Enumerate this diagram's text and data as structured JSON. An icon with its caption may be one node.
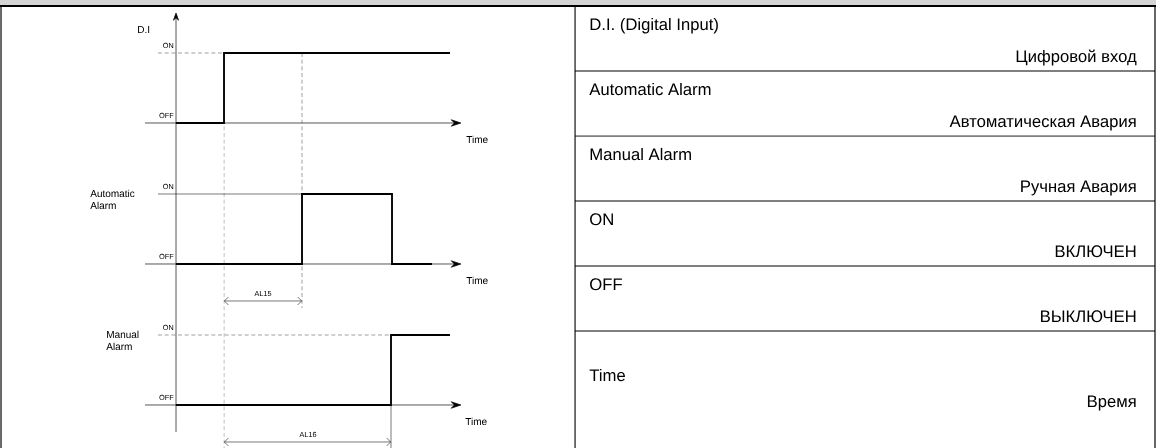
{
  "diagram": {
    "labels": [
      "D.I",
      "ON",
      "OFF",
      "Time",
      "Automatic Alarm",
      "ON",
      "OFF",
      "Time",
      "AL15",
      "Manual Alarm",
      "ON",
      "OFF",
      "Time",
      "AL16",
      "D.I. (Digital Input)",
      "Цифровой вход",
      "Automatic Alarm",
      "Автоматическая Авария",
      "Manual Alarm",
      "Ручная Авария",
      "ON",
      "ВКЛЮЧЕН",
      "OFF",
      "ВЫКЛЮЧЕН",
      "Time",
      "Время"
    ]
  }
}
